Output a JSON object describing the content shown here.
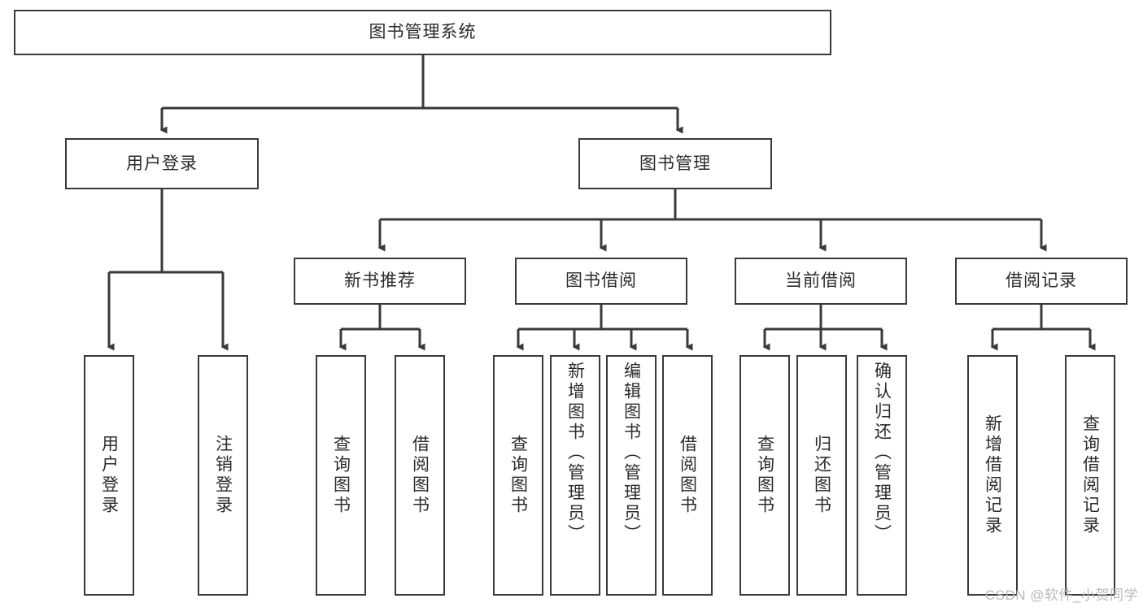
{
  "diagram": {
    "title": "图书管理系统",
    "type": "tree",
    "watermark": "CSDN @软件_小贺同学",
    "colors": {
      "box_border": "#3a3a3a",
      "box_fill": "#ffffff",
      "connector": "#3a3a3a",
      "text": "#2b2b2b",
      "watermark": "#b9b9b9",
      "background": "#ffffff"
    },
    "root": {
      "id": "root",
      "label": "图书管理系统"
    },
    "level2": [
      {
        "id": "user-login",
        "label": "用户登录"
      },
      {
        "id": "book-manage",
        "label": "图书管理"
      }
    ],
    "level3": [
      {
        "id": "new-book-recommend",
        "label": "新书推荐",
        "parent": "book-manage"
      },
      {
        "id": "book-borrow",
        "label": "图书借阅",
        "parent": "book-manage"
      },
      {
        "id": "current-borrow",
        "label": "当前借阅",
        "parent": "book-manage"
      },
      {
        "id": "borrow-record",
        "label": "借阅记录",
        "parent": "book-manage"
      }
    ],
    "leaves": {
      "user_login": [
        {
          "id": "leaf-user-login",
          "label": "用户登录"
        },
        {
          "id": "leaf-user-logout",
          "label": "注销登录"
        }
      ],
      "new_book_recommend": [
        {
          "id": "leaf-query-book-1",
          "label": "查询图书"
        },
        {
          "id": "leaf-borrow-book-1",
          "label": "借阅图书"
        }
      ],
      "book_borrow": [
        {
          "id": "leaf-query-book-2",
          "label": "查询图书"
        },
        {
          "id": "leaf-add-book",
          "label": "新增图书（管理员）"
        },
        {
          "id": "leaf-edit-book",
          "label": "编辑图书（管理员）"
        },
        {
          "id": "leaf-borrow-book-2",
          "label": "借阅图书"
        }
      ],
      "current_borrow": [
        {
          "id": "leaf-query-book-3",
          "label": "查询图书"
        },
        {
          "id": "leaf-return-book",
          "label": "归还图书"
        },
        {
          "id": "leaf-confirm-return",
          "label": "确认归还（管理员）"
        }
      ],
      "borrow_record": [
        {
          "id": "leaf-add-record",
          "label": "新增借阅记录"
        },
        {
          "id": "leaf-query-record",
          "label": "查询借阅记录"
        }
      ]
    }
  }
}
